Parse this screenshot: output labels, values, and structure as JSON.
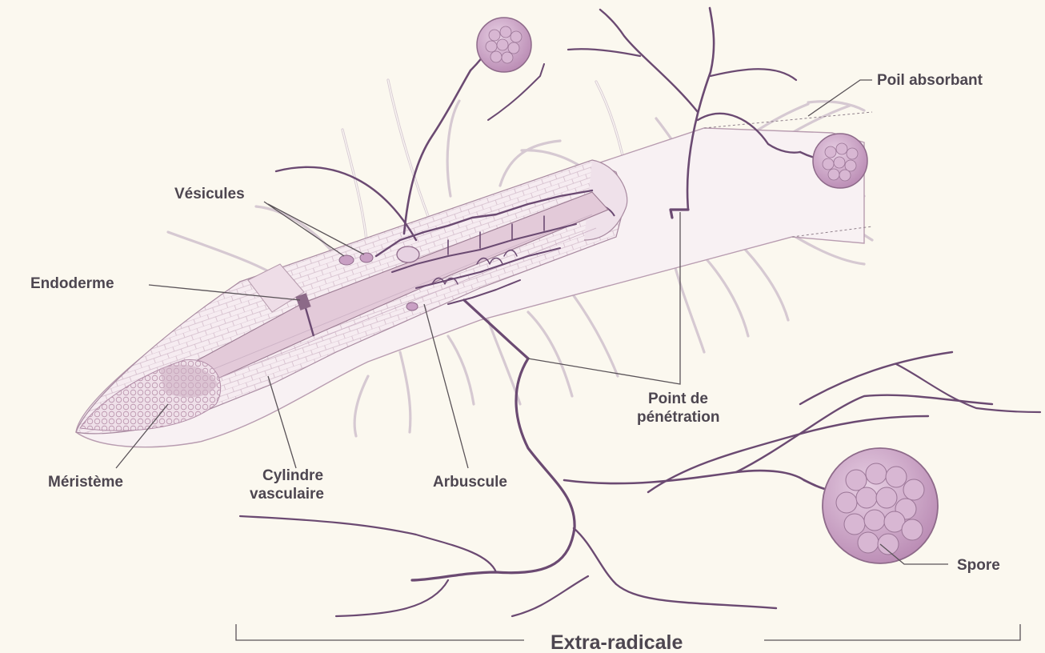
{
  "labels": {
    "poil_absorbant": "Poil absorbant",
    "vesicules": "Vésicules",
    "endoderme": "Endoderme",
    "meristeme": "Méristème",
    "cylindre_line1": "Cylindre",
    "cylindre_line2": "vasculaire",
    "arbuscule": "Arbuscule",
    "point_line1": "Point de",
    "point_line2": "pénétration",
    "spore": "Spore",
    "extra_radicale": "Extra-radicale"
  },
  "colors": {
    "background": "#fbf8ef",
    "hypha": "#6b4a72",
    "spore_fill": "#c9a0c4",
    "root_fill": "#f3e6ee",
    "label_text": "#4d4650"
  }
}
